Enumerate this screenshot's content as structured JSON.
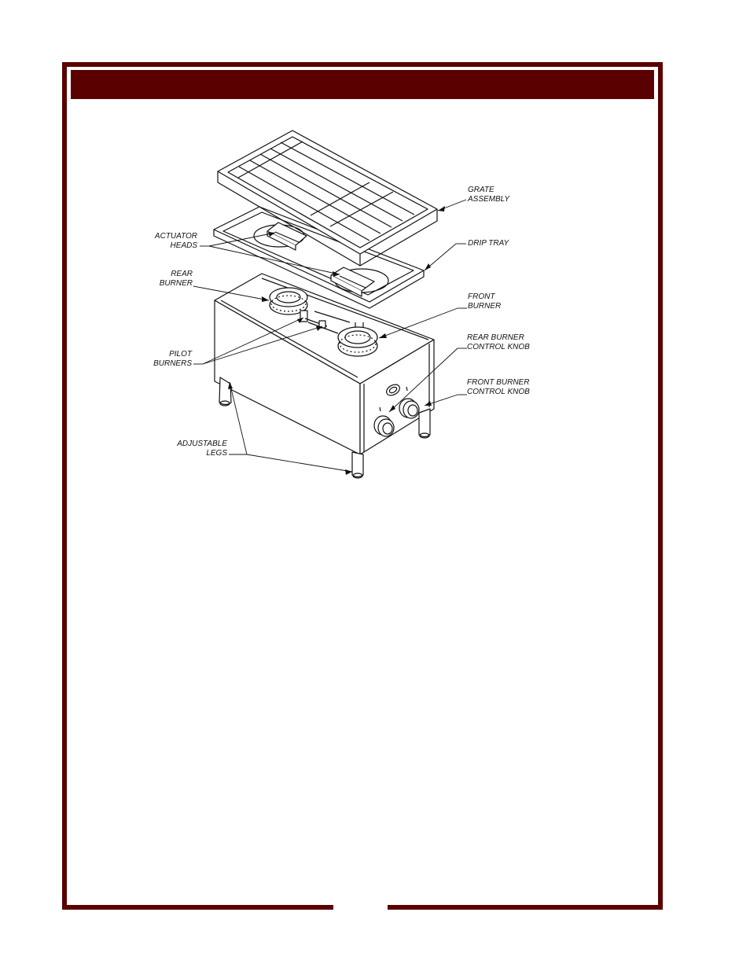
{
  "diagram": {
    "labels": {
      "grate_assembly": "GRATE\nASSEMBLY",
      "drip_tray": "DRIP TRAY",
      "actuator_heads": "ACTUATOR\nHEADS",
      "rear_burner": "REAR\nBURNER",
      "front_burner": "FRONT\nBURNER",
      "rear_burner_control_knob": "REAR BURNER\nCONTROL KNOB",
      "pilot_burners": "PILOT\nBURNERS",
      "front_burner_control_knob": "FRONT BURNER\nCONTROL KNOB",
      "adjustable_legs": "ADJUSTABLE\nLEGS"
    }
  },
  "colors": {
    "frame": "#5a0000",
    "line_art": "#111111"
  }
}
